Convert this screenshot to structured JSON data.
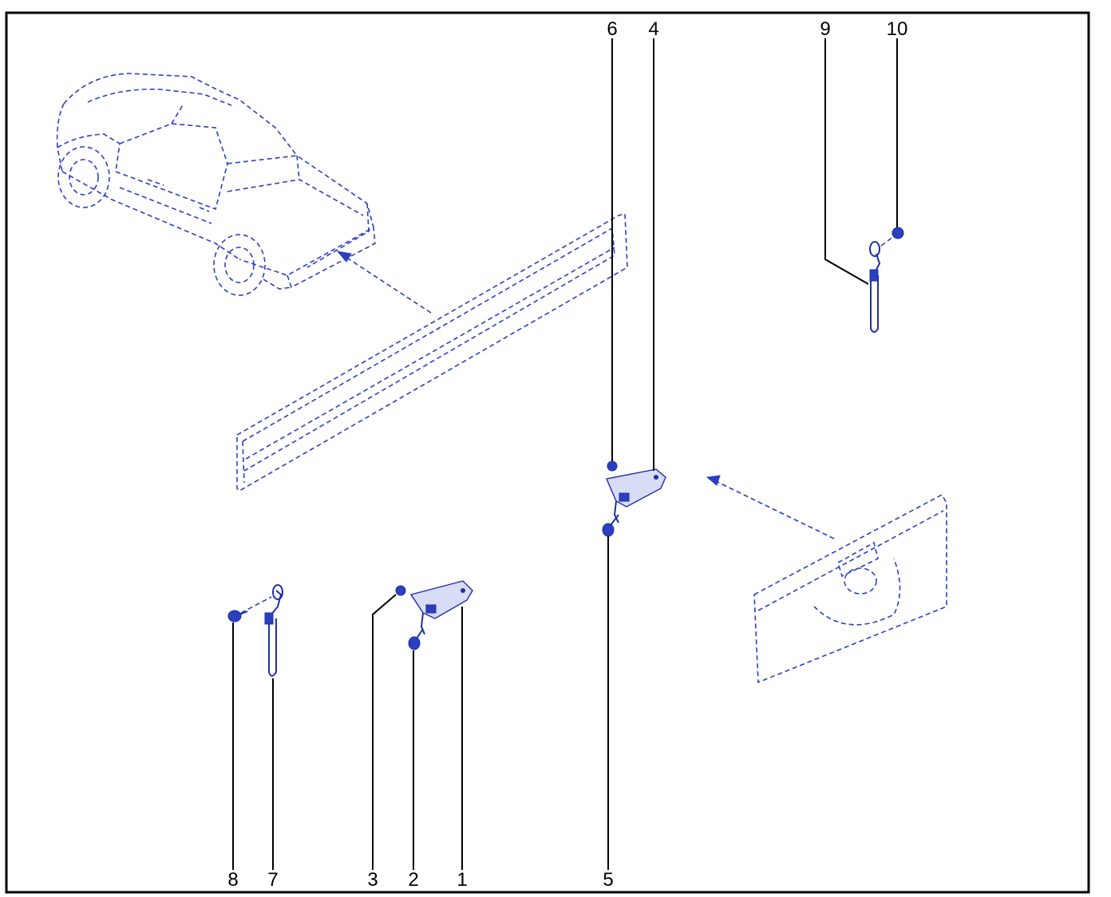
{
  "colors": {
    "line": "#1e2fa5",
    "fill": "#2c3fc0",
    "frame": "#000000"
  },
  "callouts": {
    "c1": "1",
    "c2": "2",
    "c3": "3",
    "c4": "4",
    "c5": "5",
    "c6": "6",
    "c7": "7",
    "c8": "8",
    "c9": "9",
    "c10": "10"
  }
}
